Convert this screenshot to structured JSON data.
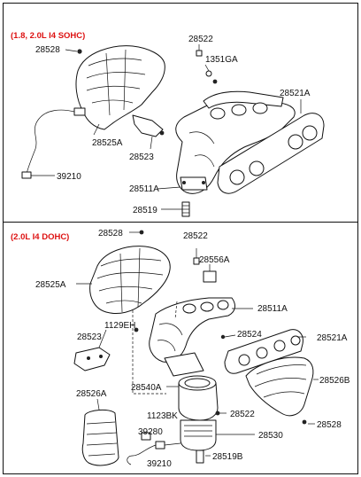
{
  "sections": [
    {
      "title": "(1.8, 2.0L I4  SOHC)",
      "labels": [
        "28528",
        "28522",
        "1351GA",
        "28521A",
        "28525A",
        "28523",
        "39210",
        "28511A",
        "28519"
      ]
    },
    {
      "title": "(2.0L I4 DOHC)",
      "labels": [
        "28528",
        "28522",
        "28556A",
        "28525A",
        "28511A",
        "1129EH",
        "28523",
        "28524",
        "28521A",
        "28526A",
        "28540A",
        "28526B",
        "1123BK",
        "28522",
        "39280",
        "28530",
        "28528",
        "39210",
        "28519B"
      ]
    }
  ]
}
